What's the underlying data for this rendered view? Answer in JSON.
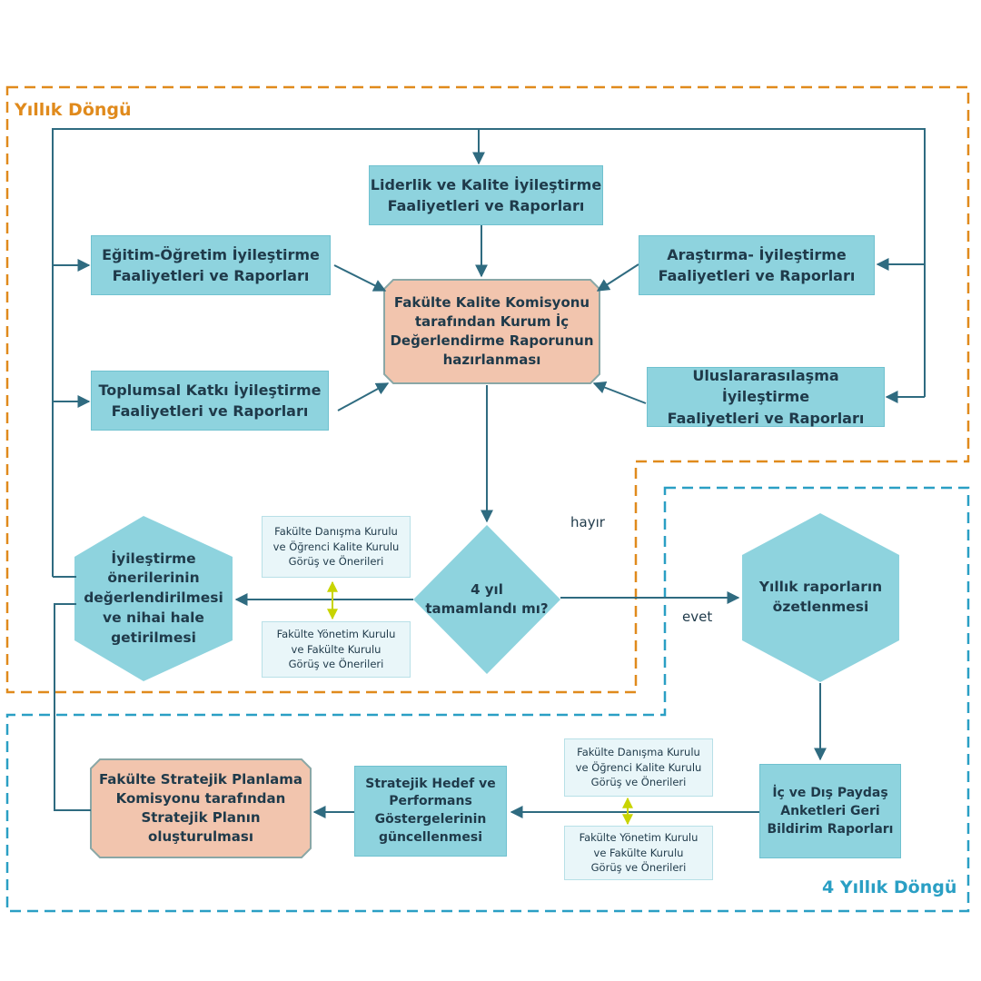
{
  "regions": {
    "annual": "Yıllık Döngü",
    "four_year": "4 Yıllık Döngü"
  },
  "nodes": {
    "leadership": "Liderlik ve Kalite İyileştirme\nFaaliyetleri ve Raporları",
    "education": "Eğitim-Öğretim İyileştirme\nFaaliyetleri ve Raporları",
    "research": "Araştırma- İyileştirme\nFaaliyetleri ve Raporları",
    "community": "Toplumsal Katkı İyileştirme\nFaaliyetleri ve Raporları",
    "international": "Uluslararasılaşma İyileştirme\nFaaliyetleri ve Raporları",
    "commission_report": "Fakülte Kalite Komisyonu\ntarafından Kurum İç\nDeğerlendirme Raporunun\nhazırlanması",
    "decision": "4 yıl\ntamamlandı mı?",
    "evaluation": "İyileştirme\nönerilerinin\ndeğerlendirilmesi\nve nihai hale\ngetirilmesi",
    "annual_summary": "Yıllık raporların\nözetlenmesi",
    "stakeholder": "İç ve Dış Paydaş\nAnketleri Geri\nBildirim Raporları",
    "strategic_goals": "Stratejik Hedef ve\nPerformans\nGöstergelerinin\ngüncellenmesi",
    "strategic_plan": "Fakülte Stratejik Planlama\nKomisyonu tarafından\nStratejik Planın\noluşturulması"
  },
  "notes": {
    "advisory_top": "Fakülte Danışma Kurulu\nve Öğrenci Kalite Kurulu\nGörüş ve Önerileri",
    "management_top": "Fakülte Yönetim Kurulu\nve Fakülte Kurulu\nGörüş ve Önerileri",
    "advisory_bottom": "Fakülte Danışma Kurulu\nve Öğrenci Kalite Kurulu\nGörüş ve Önerileri",
    "management_bottom": "Fakülte Yönetim Kurulu\nve Fakülte Kurulu\nGörüş ve Önerileri"
  },
  "edge_labels": {
    "no": "hayır",
    "yes": "evet"
  },
  "colors": {
    "orange_region": "#e08a1c",
    "blue_region": "#2a9fc4",
    "node_fill": "#8ed3de",
    "highlight_fill": "#f2c5ae",
    "arrow": "#2f6b80",
    "double_arrow": "#c8d400"
  }
}
